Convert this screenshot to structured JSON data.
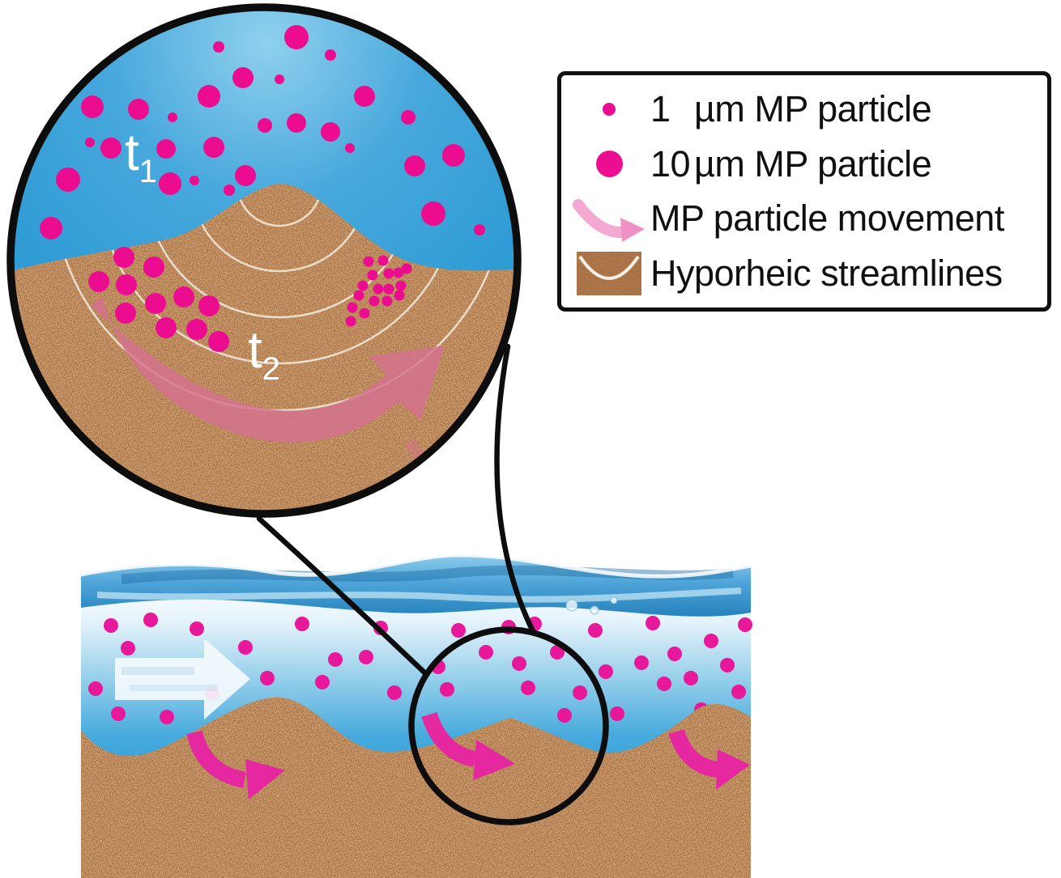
{
  "legend": {
    "items": [
      {
        "icon": "mp-particle-1um-icon",
        "num": "1",
        "text": "µm MP particle"
      },
      {
        "icon": "mp-particle-10um-icon",
        "num": "10",
        "text": "µm MP particle"
      },
      {
        "icon": "mp-movement-arrow-icon",
        "num": "",
        "text": "MP particle movement"
      },
      {
        "icon": "hyporheic-streamlines-icon",
        "num": "",
        "text": "Hyporheic streamlines"
      }
    ]
  },
  "inset": {
    "t1": {
      "base": "t",
      "sub": "1"
    },
    "t2": {
      "base": "t",
      "sub": "2"
    }
  },
  "colors": {
    "mp_magenta": "#EC0D92",
    "water_blue": "#2F9FD8",
    "sand_tan": "#C48C5C",
    "movement_pink_inset": "#D4718F",
    "downwelling_arrow_magenta": "#E528A0",
    "outline_black": "#0D0D0D",
    "legend_arrow_pink": "#F3A9D2"
  }
}
